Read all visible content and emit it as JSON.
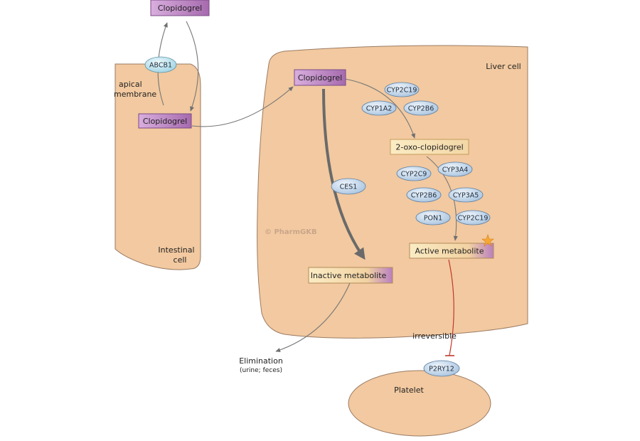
{
  "drugs": {
    "top": "Clopidogrel",
    "intestinal": "Clopidogrel",
    "liver": "Clopidogrel"
  },
  "transporter": "ABCB1",
  "intestinal": {
    "membrane_line1": "apical",
    "membrane_line2": "membrane",
    "cell_line1": "Intestinal",
    "cell_line2": "cell"
  },
  "liver": {
    "cell_label": "Liver cell",
    "step1_enzymes": [
      "CYP2C19",
      "CYP1A2",
      "CYP2B6"
    ],
    "intermediate": "2-oxo-clopidogrel",
    "step2_enzymes": [
      "CYP2C9",
      "CYP3A4",
      "CYP2B6",
      "CYP3A5",
      "PON1",
      "CYP2C19"
    ],
    "esterase": "CES1",
    "active": "Active metabolite",
    "inactive": "Inactive metabolite"
  },
  "watermark": "© PharmGKB",
  "elimination": {
    "line1": "Elimination",
    "line2": "(urine; feces)"
  },
  "inhibition_label": "irreversible",
  "receptor": "P2RY12",
  "platelet": "Platelet",
  "colors": {
    "cell_fill": "#f2c9a0",
    "cell_stroke": "#8a6a52",
    "drug_box": "#c48dc6",
    "drug_box_stroke": "#7b4a86",
    "metabolite_box": "#f8e3b5",
    "enzyme_fill": "#c6dcef",
    "enzyme_stroke": "#5e7fa3",
    "transporter_fill": "#bfe4ef",
    "inhibition": "#c0392b",
    "arrow": "#7a7a7a"
  }
}
